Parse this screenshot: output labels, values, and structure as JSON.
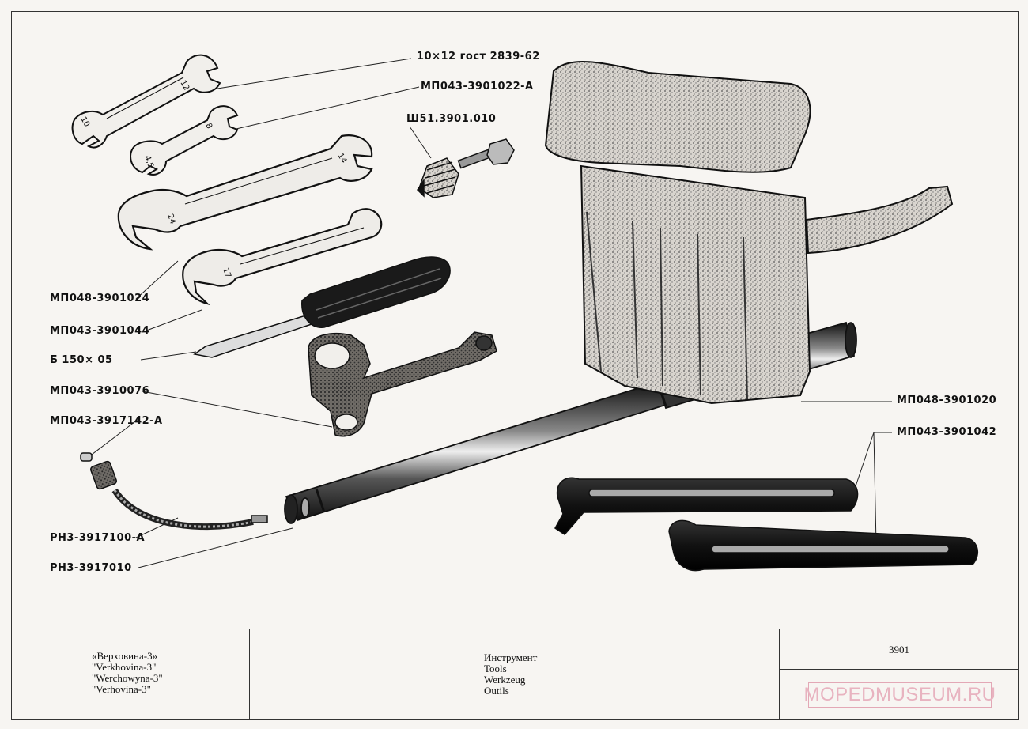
{
  "callouts": {
    "wrench_10x12": "10×12 гост 2839-62",
    "wrench_22a": "МП043-3901022-А",
    "spark_tool": "Ш51.3901.010",
    "wrench_024": "МП048-3901024",
    "wrench_044": "МП043-3901044",
    "screwdriver": "Б 150× 05",
    "box_wrench": "МП043-3910076",
    "valve_adapter": "МП043-3917142-А",
    "hose": "РН3-3917100-А",
    "pump": "РН3-3917010",
    "pouch": "МП048-3901020",
    "tire_levers": "МП043-3901042"
  },
  "wrench_marks": {
    "w1a": "10",
    "w1b": "12",
    "w2a": "4,5",
    "w2b": "8",
    "w3a": "14",
    "w3b": "24",
    "w4": "17"
  },
  "title_block": {
    "model_lines": [
      "«Верховина-3»",
      "\"Verkhovina-3\"",
      "\"Werchowyna-3\"",
      "\"Verhovina-3\""
    ],
    "name_lines": [
      "Инструмент",
      "Tools",
      "Werkzeug",
      "Outils"
    ],
    "sheet_number": "3901"
  },
  "watermark": "MOPEDMUSEUM.RU",
  "colors": {
    "ink": "#111111",
    "paper": "#f7f5f2",
    "watermark": "#e8b3c0"
  }
}
